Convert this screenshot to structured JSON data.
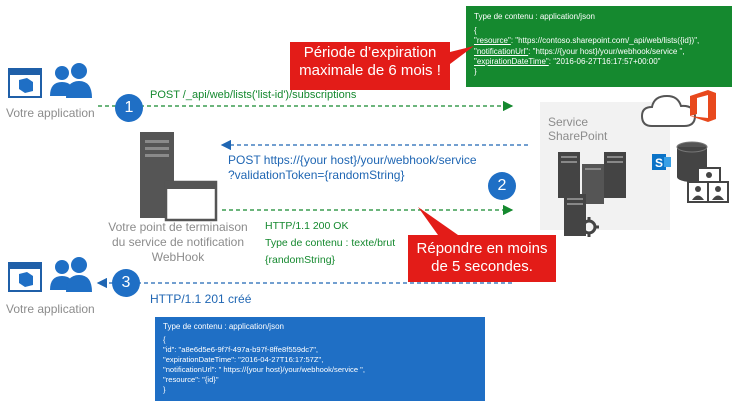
{
  "green_box": {
    "header": "Type de contenu : application/json",
    "open_brace": "{",
    "line_resource_key": "\"resource\"",
    "line_resource_val": ": \"https://contoso.sharepoint.com/_api/web/lists({id})\",",
    "line_notif_key": "\"notificationUrl\"",
    "line_notif_val": ": \"https://{your host}/your/webhook/service \",",
    "line_exp_key": "\"expirationDateTime\"",
    "line_exp_val": ": \"2016-06-27T16:17:57+00:00\"",
    "close_brace": "}"
  },
  "callouts": {
    "expiration": "Période d’expiration maximale de 6 mois !",
    "respond": "Répondre en moins de 5 secondes."
  },
  "steps": {
    "step1": "1",
    "step2": "2",
    "step3": "3"
  },
  "arrows": {
    "post_subscriptions": "POST /_api/web/lists('list-id')/subscriptions",
    "post_validation_1": "POST https://{your host}/your/webhook/service",
    "post_validation_2": "?validationToken={randomString}",
    "response_ok": "HTTP/1.1 200 OK",
    "response_content_type": "Type de contenu : texte/brut",
    "response_random": "{randomString}",
    "created": "HTTP/1.1 201 créé"
  },
  "actors": {
    "app_top": "Votre application",
    "app_bottom": "Votre application",
    "endpoint_1": "Votre point de terminaison",
    "endpoint_2": "du service de notification",
    "endpoint_3": "WebHook",
    "sharepoint_1": "Service",
    "sharepoint_2": "SharePoint"
  },
  "blue_box": {
    "header": "Type de contenu : application/json",
    "open_brace": "{",
    "l1": "\"id\": \"a8e6d5e6-9f7f-497a-b97f-8ffe8f559dc7\",",
    "l2": "\"expirationDateTime\": \"2016-04-27T16:17:57Z\",",
    "l3": "\"notificationUrl\": \" https://{your host}/your/webhook/service \",",
    "l4": "\"resource\": \"{id}\"",
    "close_brace": "}"
  },
  "colors": {
    "green": "#15892f",
    "blue": "#1f6fc5",
    "red": "#e31c18",
    "office": "#e8491d"
  },
  "icons": [
    "app-window-icon",
    "users-icon",
    "server-icon",
    "cloud-icon",
    "office-logo-icon",
    "sharepoint-logo-icon",
    "database-icon",
    "gear-icon",
    "people-pictures-icon"
  ]
}
